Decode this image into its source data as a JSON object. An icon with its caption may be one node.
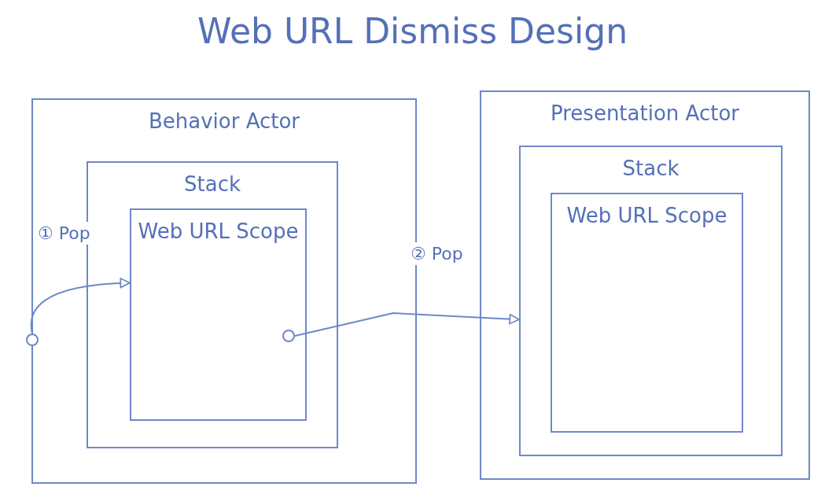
{
  "diagram": {
    "title": "Web URL Dismiss Design",
    "nodes": [
      {
        "text": [
          "Behavior Actor"
        ]
      },
      {
        "text": [
          "Stack"
        ],
        "in": 0
      },
      {
        "text": [
          "Web URL Scope"
        ],
        "in": 1
      },
      {
        "text": [],
        "shape": "circle"
      },
      {
        "text": [],
        "shape": "circle",
        "in": 2
      },
      {
        "text": [
          "Presentation Actor"
        ]
      },
      {
        "text": [
          "Stack"
        ],
        "in": 5
      },
      {
        "text": [
          "Web URL Scope"
        ],
        "in": 6
      }
    ],
    "edges": [
      {
        "from": 3,
        "to": 2,
        "arrow": "to",
        "label": "① Pop"
      },
      {
        "from": 4,
        "to": 6,
        "arrow": "to",
        "label": "② Pop"
      }
    ]
  }
}
